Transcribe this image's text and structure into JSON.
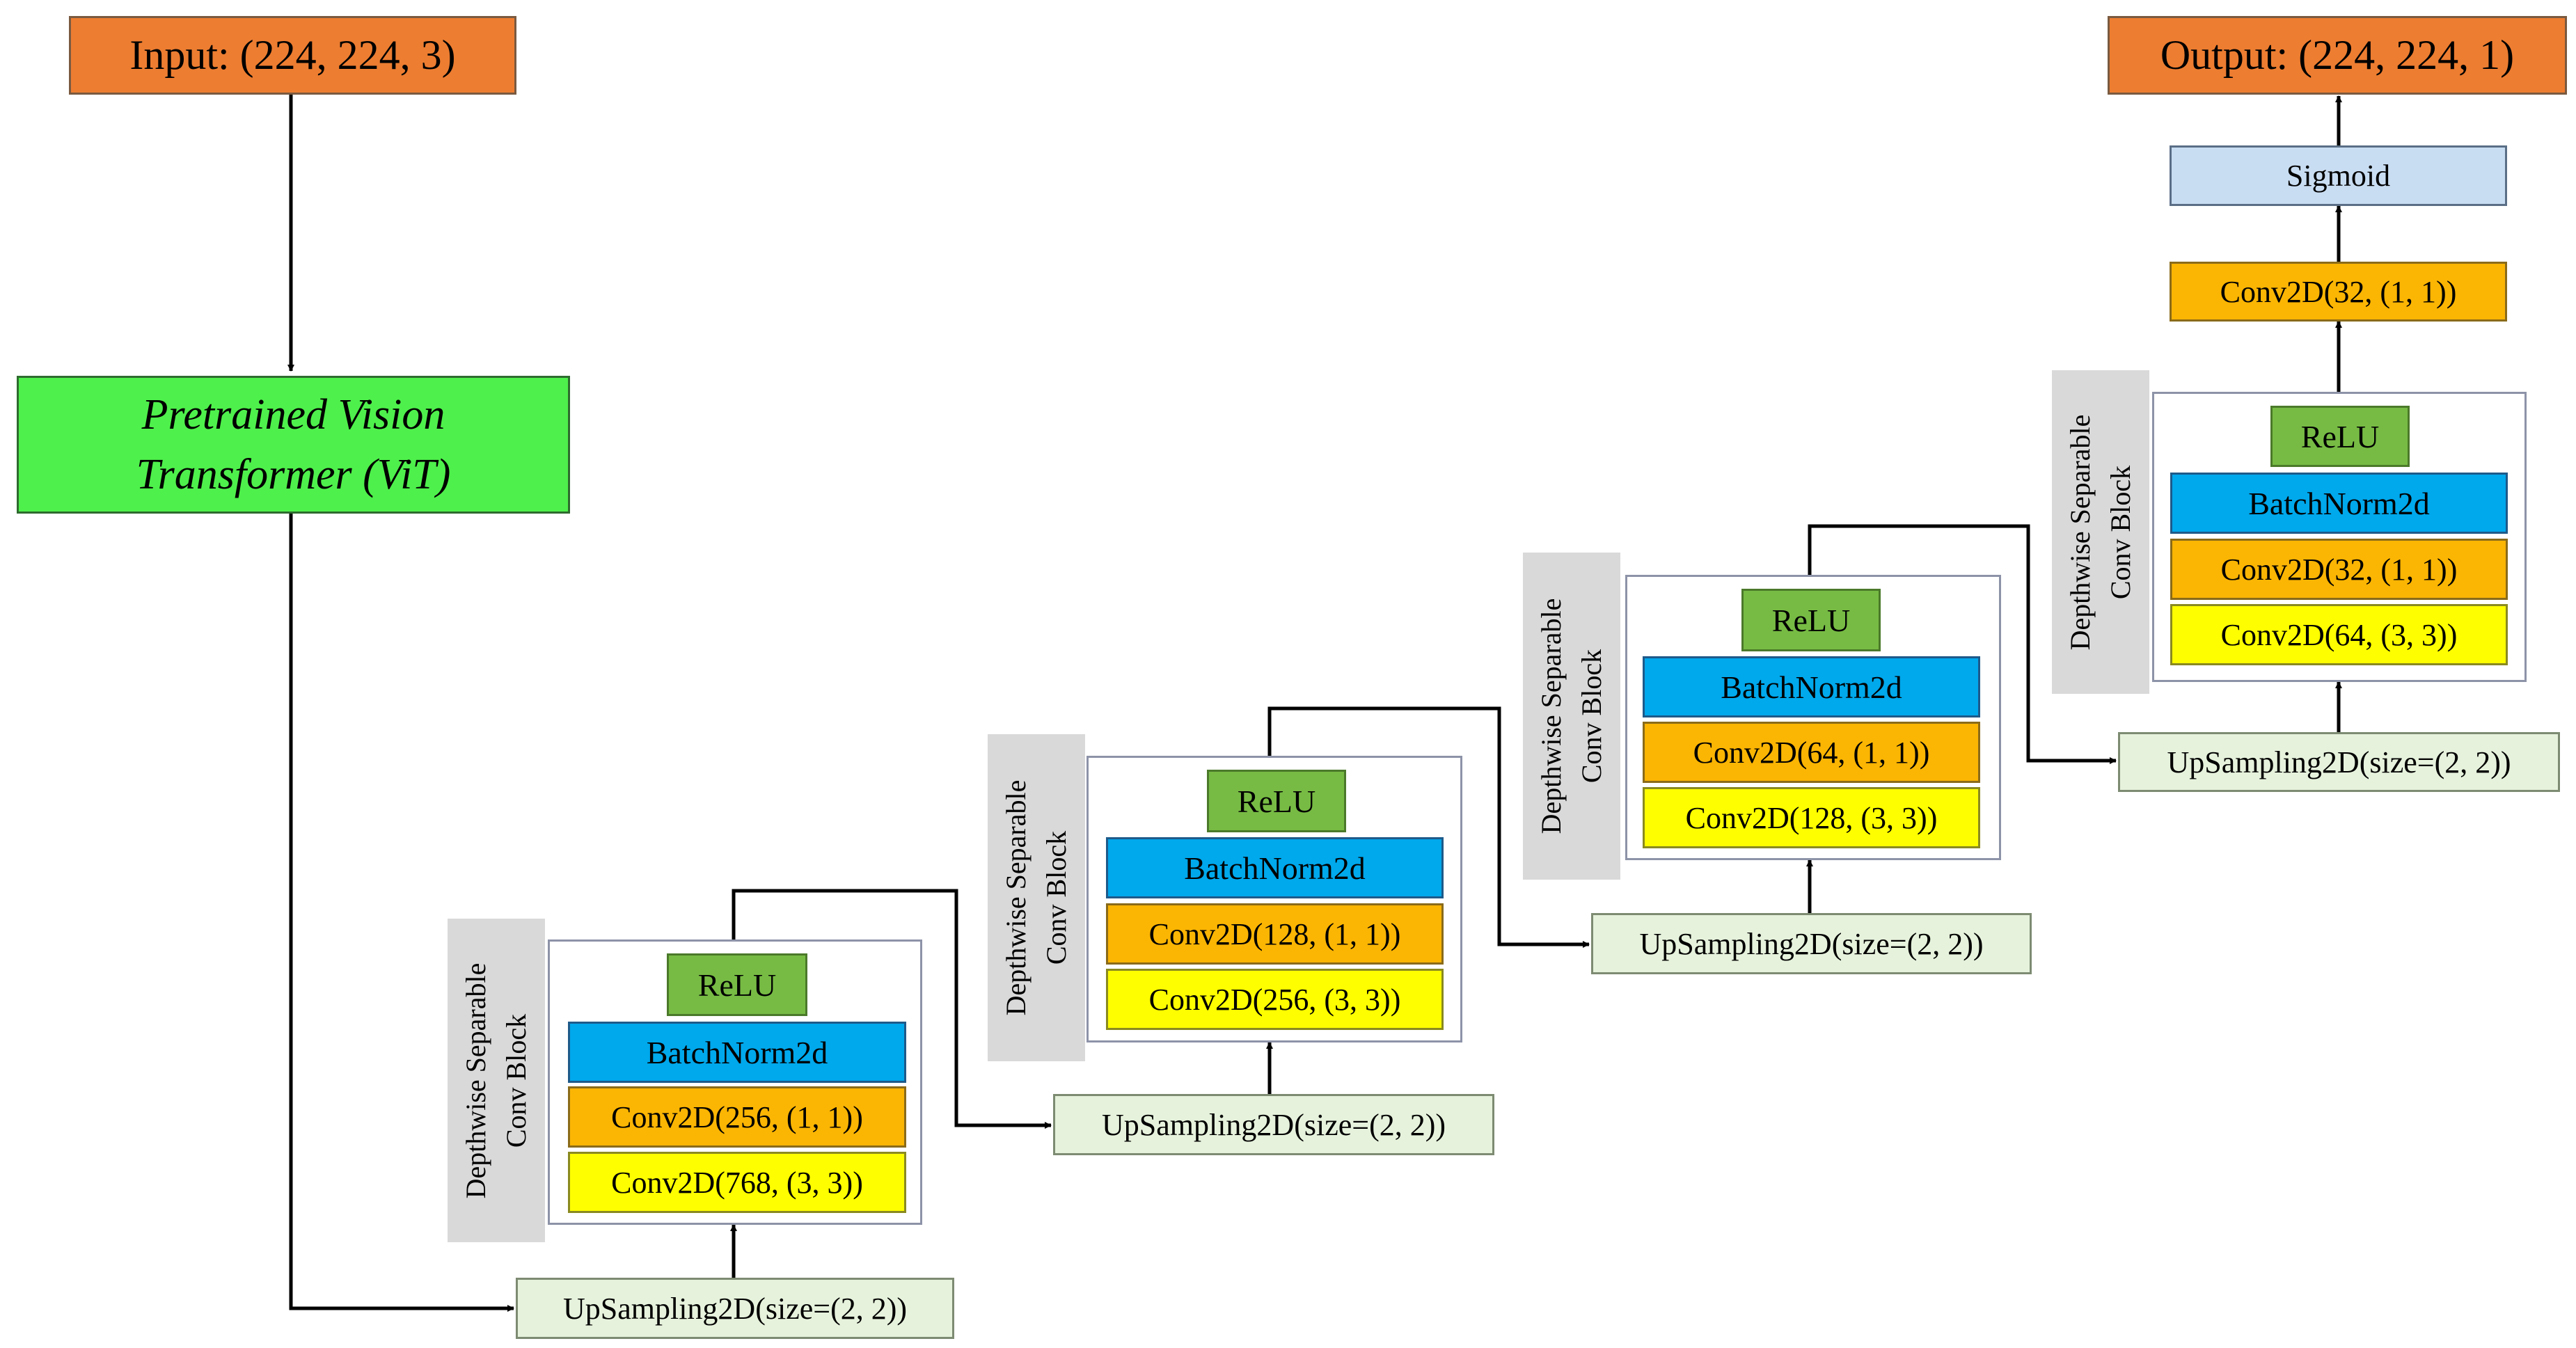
{
  "input": "Input: (224, 224, 3)",
  "output": "Output: (224, 224, 1)",
  "vit": {
    "line1": "Pretrained Vision",
    "line2": "Transformer (ViT)"
  },
  "sigmoid": "Sigmoid",
  "final_conv": "Conv2D(32, (1, 1))",
  "block_label": {
    "line1": "Depthwise Separable",
    "line2": "Conv Block"
  },
  "blocks": [
    {
      "upsampling": "UpSampling2D(size=(2, 2))",
      "relu": "ReLU",
      "batchnorm": "BatchNorm2d",
      "conv_pointwise": "Conv2D(256, (1, 1))",
      "conv_depthwise": "Conv2D(768, (3, 3))"
    },
    {
      "upsampling": "UpSampling2D(size=(2, 2))",
      "relu": "ReLU",
      "batchnorm": "BatchNorm2d",
      "conv_pointwise": "Conv2D(128, (1, 1))",
      "conv_depthwise": "Conv2D(256, (3, 3))"
    },
    {
      "upsampling": "UpSampling2D(size=(2, 2))",
      "relu": "ReLU",
      "batchnorm": "BatchNorm2d",
      "conv_pointwise": "Conv2D(64, (1, 1))",
      "conv_depthwise": "Conv2D(128, (3, 3))"
    },
    {
      "upsampling": "UpSampling2D(size=(2, 2))",
      "relu": "ReLU",
      "batchnorm": "BatchNorm2d",
      "conv_pointwise": "Conv2D(32, (1, 1))",
      "conv_depthwise": "Conv2D(64, (3, 3))"
    }
  ],
  "colors": {
    "io": "#ed7d31",
    "vit": "#4ef04b",
    "relu": "#77bb44",
    "batchnorm": "#00a8ec",
    "conv_pointwise": "#fbb503",
    "conv_depthwise": "#fefe00",
    "upsampling": "#e6f2dc",
    "sigmoid": "#c9ddf2",
    "block_label_bg": "#d9d9d9",
    "connector": "#000000"
  }
}
